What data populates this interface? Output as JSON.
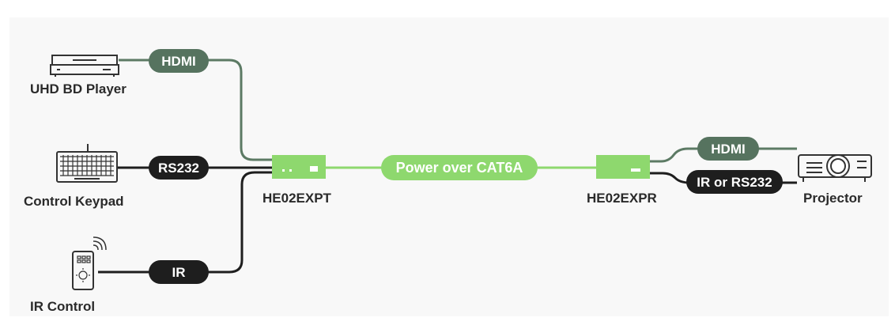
{
  "devices": {
    "bd_player": {
      "label": "UHD BD Player",
      "icon": "bd-player-icon"
    },
    "keypad": {
      "label": "Control Keypad",
      "icon": "keyboard-icon"
    },
    "ir_control": {
      "label": "IR Control",
      "icon": "remote-control-icon"
    },
    "transmitter": {
      "label": "HE02EXPT",
      "icon": "transmitter-icon"
    },
    "receiver": {
      "label": "HE02EXPR",
      "icon": "receiver-icon"
    },
    "projector": {
      "label": "Projector",
      "icon": "projector-icon"
    }
  },
  "links": {
    "hdmi_in": "HDMI",
    "rs232_in": "RS232",
    "ir_in": "IR",
    "cat6a": "Power over CAT6A",
    "hdmi_out": "HDMI",
    "ir_rs232_out": "IR or RS232"
  },
  "colors": {
    "hdmi_dark_green": "#56735f",
    "cat6a_light_green": "#8ed86e",
    "control_black": "#1e1e1e",
    "device_outline": "#333333",
    "panel_background": "#f8f8f8"
  }
}
